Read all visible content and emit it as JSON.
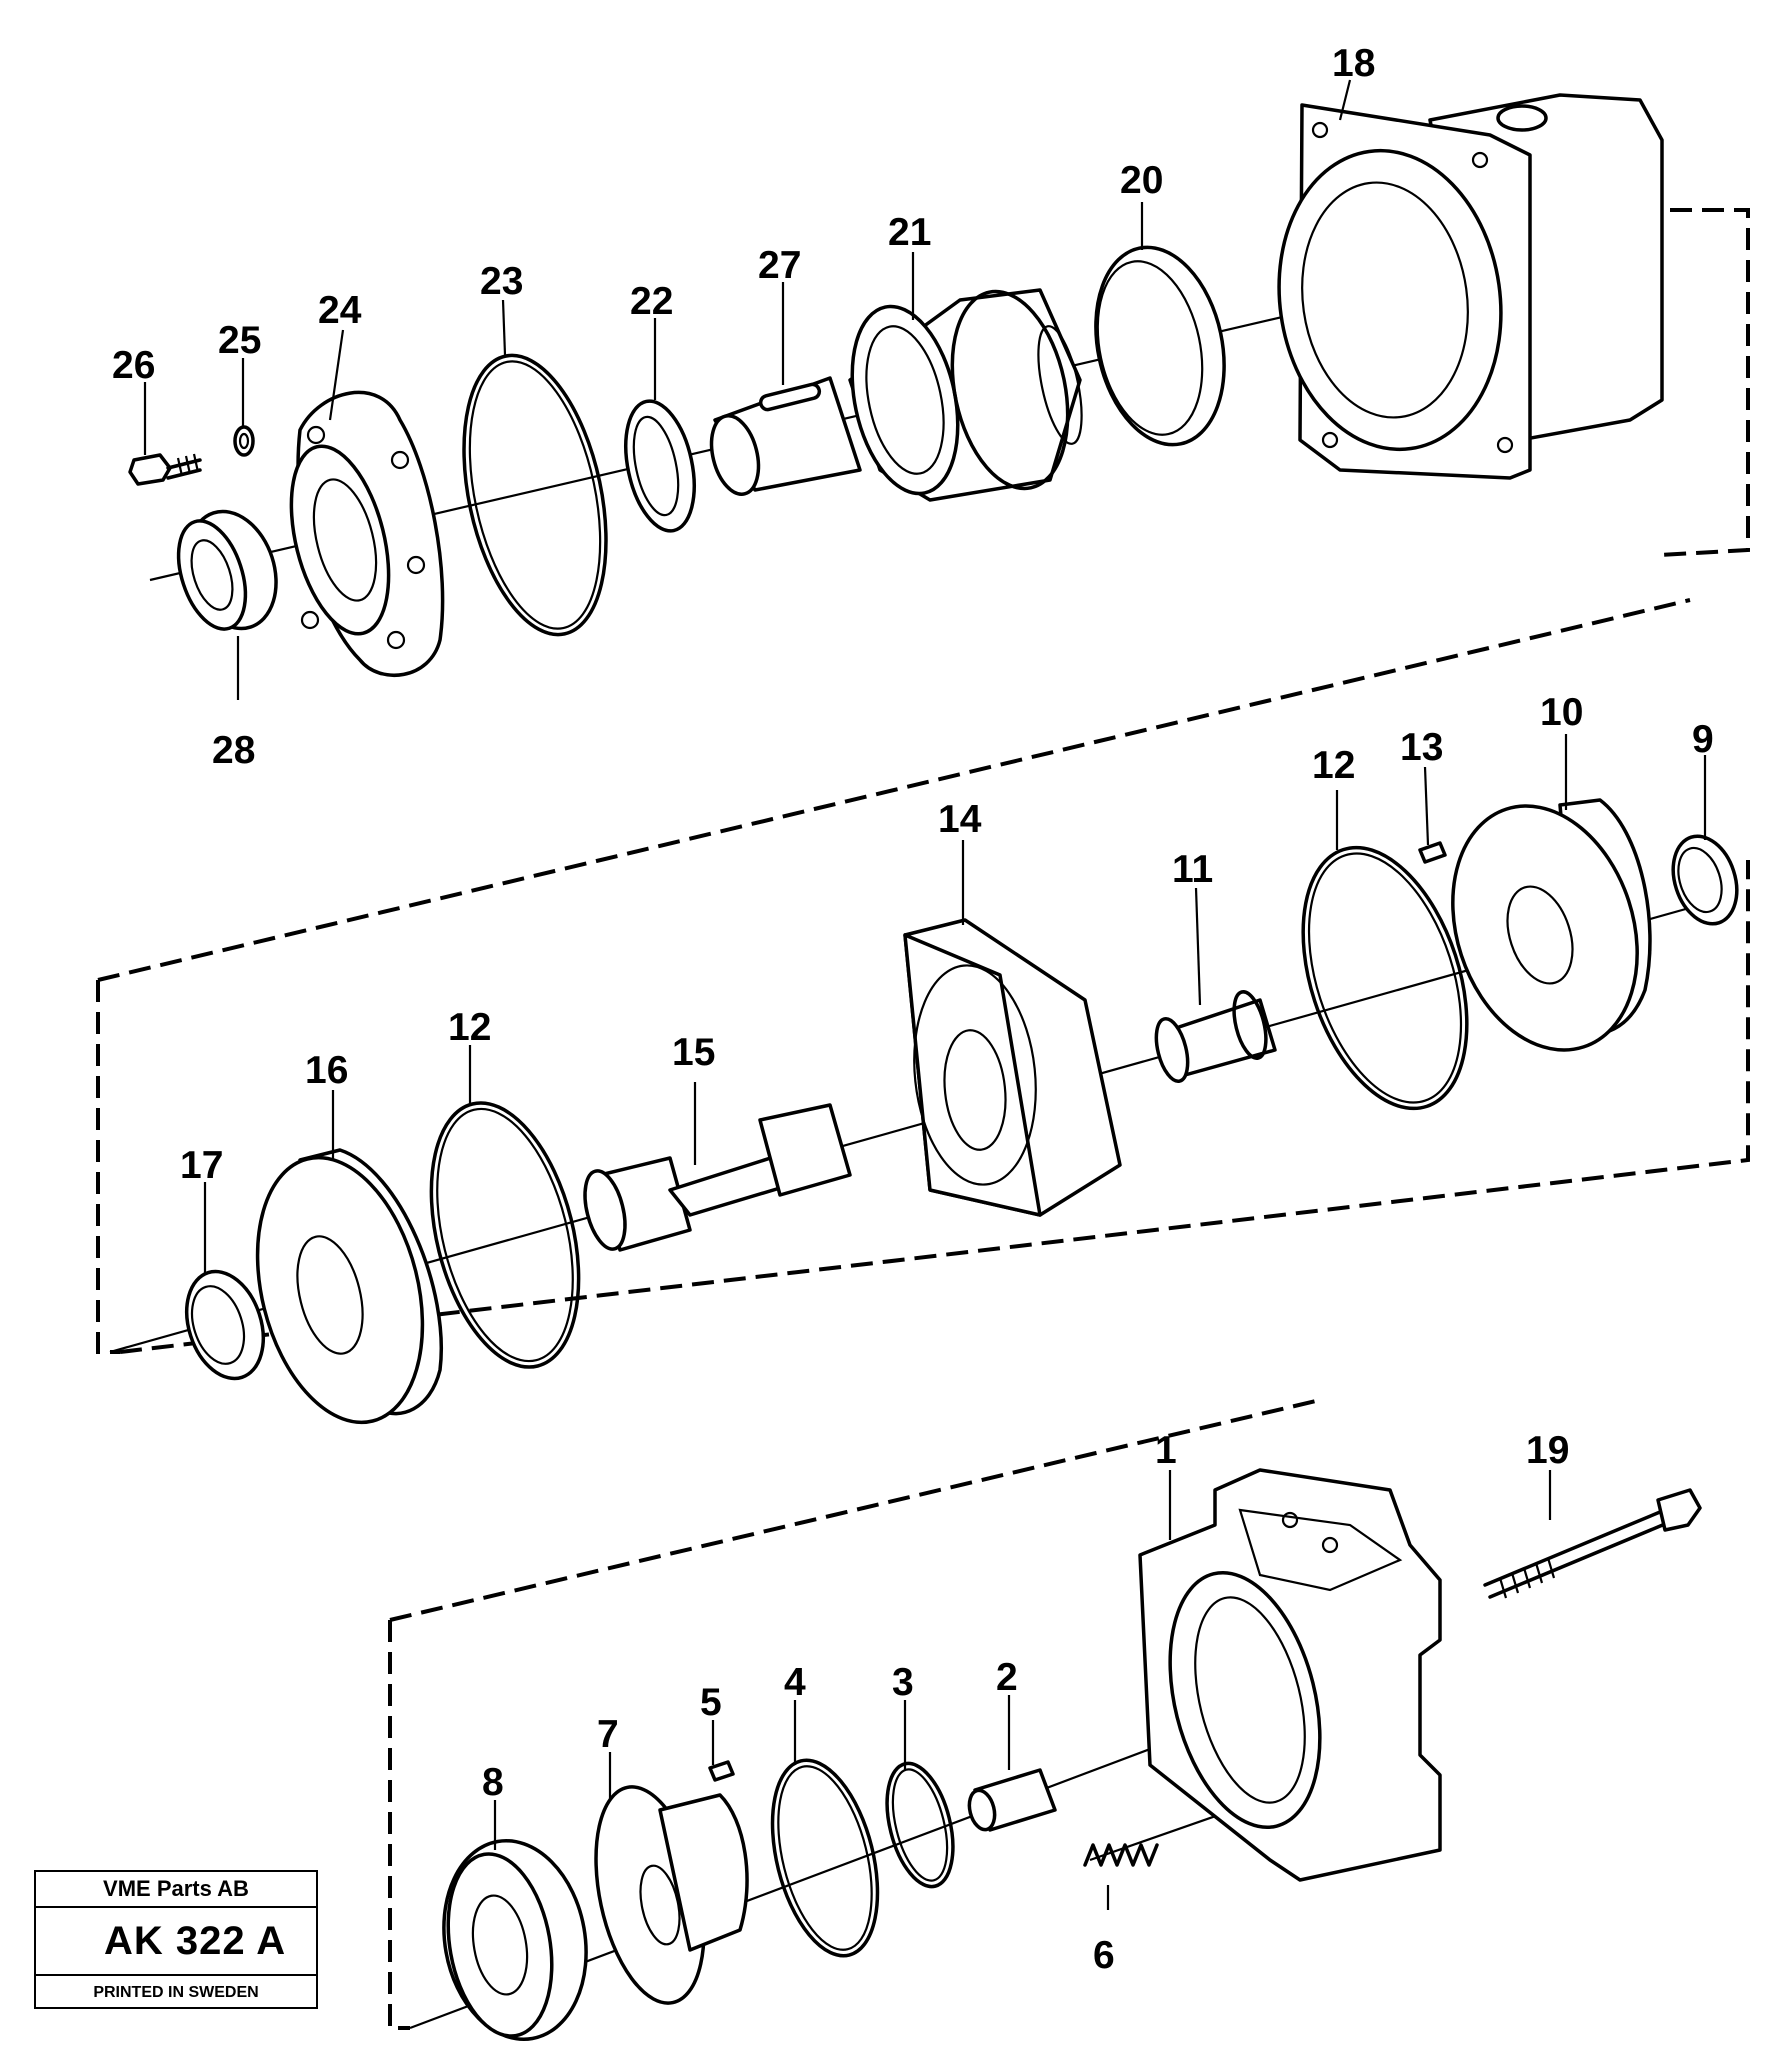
{
  "stamp": {
    "company": "VME Parts AB",
    "code": "AK 322 A",
    "footer": "PRINTED IN SWEDEN"
  },
  "callouts": {
    "p1": "1",
    "p2": "2",
    "p3": "3",
    "p4": "4",
    "p5": "5",
    "p6": "6",
    "p7": "7",
    "p8": "8",
    "p9": "9",
    "p10": "10",
    "p11": "11",
    "p12a": "12",
    "p12b": "12",
    "p13": "13",
    "p14": "14",
    "p15": "15",
    "p16": "16",
    "p17": "17",
    "p18": "18",
    "p19": "19",
    "p20": "20",
    "p21": "21",
    "p22": "22",
    "p23": "23",
    "p24": "24",
    "p25": "25",
    "p26": "26",
    "p27": "27",
    "p28": "28"
  }
}
